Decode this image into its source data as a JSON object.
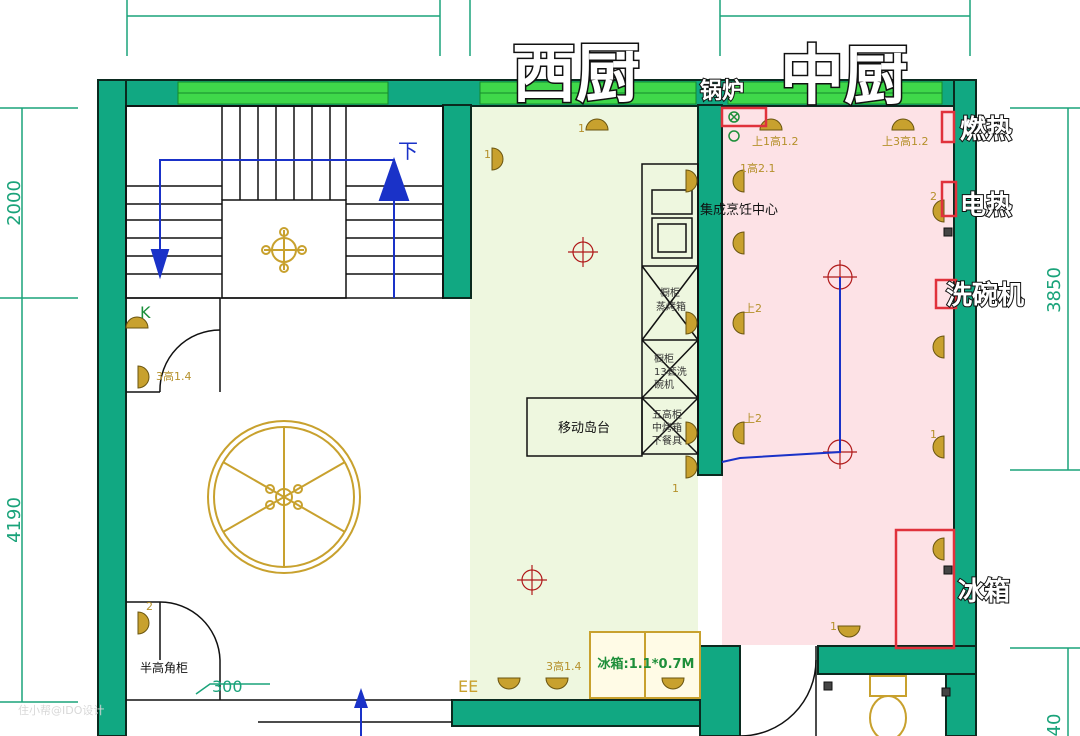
{
  "title_left": "西厨",
  "title_right": "中厨",
  "boiler_label": "锅炉",
  "dim_top_left": "2000",
  "dim_bottom_left": "4190",
  "dim_right": "3850",
  "dim_bottom_right": "40",
  "stair_down": "下",
  "island_label": "移动岛台",
  "integrated_center": "集成烹饪中心",
  "cabinet_oven": "橱柜\n蒸烤箱",
  "cabinet_dishwasher": "橱柜\n13套洗\n碗机",
  "cabinet_lower": "五高柜\n中烤箱\n下餐具",
  "fridge_label": "冰箱:1.1*0.7M",
  "half_cabinet": "半高角柜",
  "side_labels": {
    "gas": "燃热",
    "electric": "电热",
    "dishwasher": "洗碗机",
    "fridge": "冰箱"
  },
  "socket_labels": {
    "s_top1": "1",
    "s_top_h1": "上1高1.2",
    "s_top_h3": "上3高1.2",
    "s_h21": "1高2.1",
    "s_2": "2",
    "s_up2a": "上2",
    "s_up2b": "上2",
    "s_left_h14": "3高1.4",
    "s_bot_h14": "3高1.4",
    "s_1a": "1",
    "s_1b": "1",
    "s_1c": "1",
    "s_1d": "1",
    "s_k": "K",
    "s_ee": "EE",
    "s_2b": "2"
  },
  "dim_300": "300",
  "watermark": "住小帮@IDO设计",
  "colors": {
    "wall": "#11a882",
    "wall_edge": "#0b2a1f",
    "west_zone": "#eef7df",
    "center_zone": "#fde2e6",
    "dim": "#1aa37a",
    "fixture": "#c8a12e",
    "red": "#e0323c",
    "blue": "#1a32c8",
    "window": "#3fd84a"
  }
}
